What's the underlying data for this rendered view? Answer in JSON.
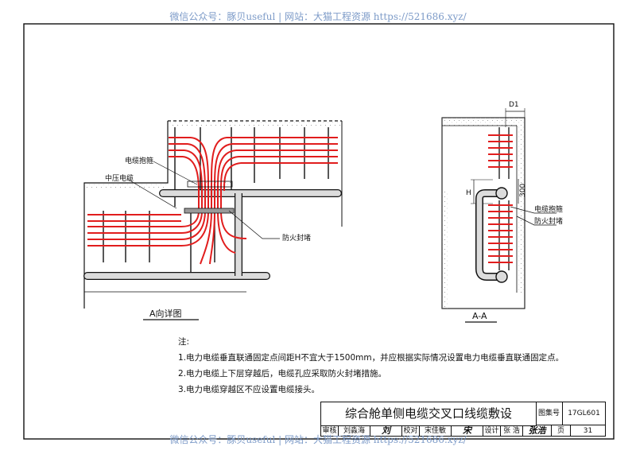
{
  "watermark_top": "微信公众号：豚贝useful | 网站：大猫工程资源 https://521686.xyz/",
  "watermark_bottom": "微信公众号：豚贝useful | 网站：大猫工程资源 https://521686.xyz/",
  "detail_view": {
    "caption": "A向详图",
    "label_tray": "电缆抱箍",
    "label_cable": "中压电缆",
    "label_firestop": "防火封堵"
  },
  "section_view": {
    "caption": "A-A",
    "dim_d1": "D1",
    "dim_h": "H",
    "dim_300": "300",
    "label_tray": "电缆抱箍",
    "label_firestop": "防火封堵"
  },
  "notes": {
    "heading": "注:",
    "items": [
      "1.电力电缆垂直联通固定点间距H不宜大于1500mm，并应根据实际情况设置电力电缆垂直联通固定点。",
      "2.电力电缆上下层穿越后，电缆孔应采取防火封堵措施。",
      "3.电力电缆穿越区不应设置电缆接头。"
    ]
  },
  "title_block": {
    "title": "综合舱单侧电缆交叉口线缆敷设",
    "atlas_label": "图集号",
    "atlas_no": "17GL601",
    "review_label": "审核",
    "review_name": "刘淼海",
    "review_sign": "刘",
    "check_label": "校对",
    "check_name": "宋佳敏",
    "check_sign": "宋",
    "design_label": "设计",
    "design_name": "张 浩",
    "design_sign": "张浩",
    "page_label": "页",
    "page_no": "31"
  },
  "colors": {
    "cable": "#e11d1d",
    "line": "#111111",
    "watermark": "#7d9bc8"
  }
}
